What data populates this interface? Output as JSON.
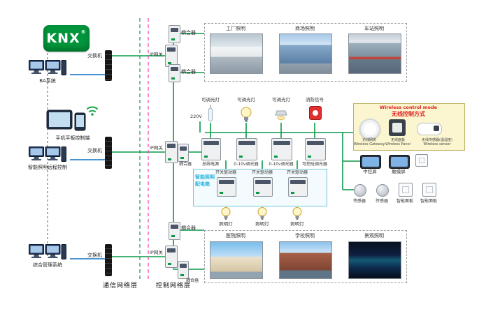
{
  "logo": {
    "text": "KNX",
    "registered": "®"
  },
  "terminals": {
    "ba": "BA系统",
    "mobile": "手机平板控制端",
    "remote": "智能照明远程控制",
    "management": "综合管理系统"
  },
  "network": {
    "switch": "交换机",
    "gateway": "IP网关",
    "coupler": "耦合器"
  },
  "layers": {
    "communication": "通信网络层",
    "control": "控制网络层"
  },
  "scenes_top": [
    "工厂照明",
    "商场照明",
    "车站照明"
  ],
  "scenes_bottom": [
    "医院照明",
    "学校照明",
    "景观照明"
  ],
  "field": {
    "mains": "220V",
    "dimmable_light": "可调光灯",
    "fire_signal": "消防信号",
    "bus_power": "总线电源",
    "dimmer_010v": "0-10v调光器",
    "scr_dimmer": "可控硅调光器",
    "cabinet_line1": "智能照明",
    "cabinet_line2": "配电箱",
    "switch_actuator": "开关驱动器",
    "lamp": "照明灯"
  },
  "wireless": {
    "title_en": "Wireless control mode",
    "title_zh": "无线控制方式",
    "gateway_zh": "无线网关",
    "gateway_en": "Wireless Gateway",
    "panel_zh": "无线面板",
    "panel_en": "Wireless Panel",
    "sensor_zh": "无线传感器(温湿度)",
    "sensor_en": "Wireless sensor"
  },
  "panels": {
    "central_screen": "中控屏",
    "touch_screen": "触摸屏",
    "sensor": "传感器",
    "smart_panel": "智能面板"
  },
  "colors": {
    "knx_green": "#00953b",
    "bus_green": "#0a9a48",
    "ethernet_blue": "#0c71c3",
    "layer_magenta": "#f23fae",
    "wireless_red": "#e01f1f",
    "cabinet_cyan": "#2bb7dd"
  }
}
